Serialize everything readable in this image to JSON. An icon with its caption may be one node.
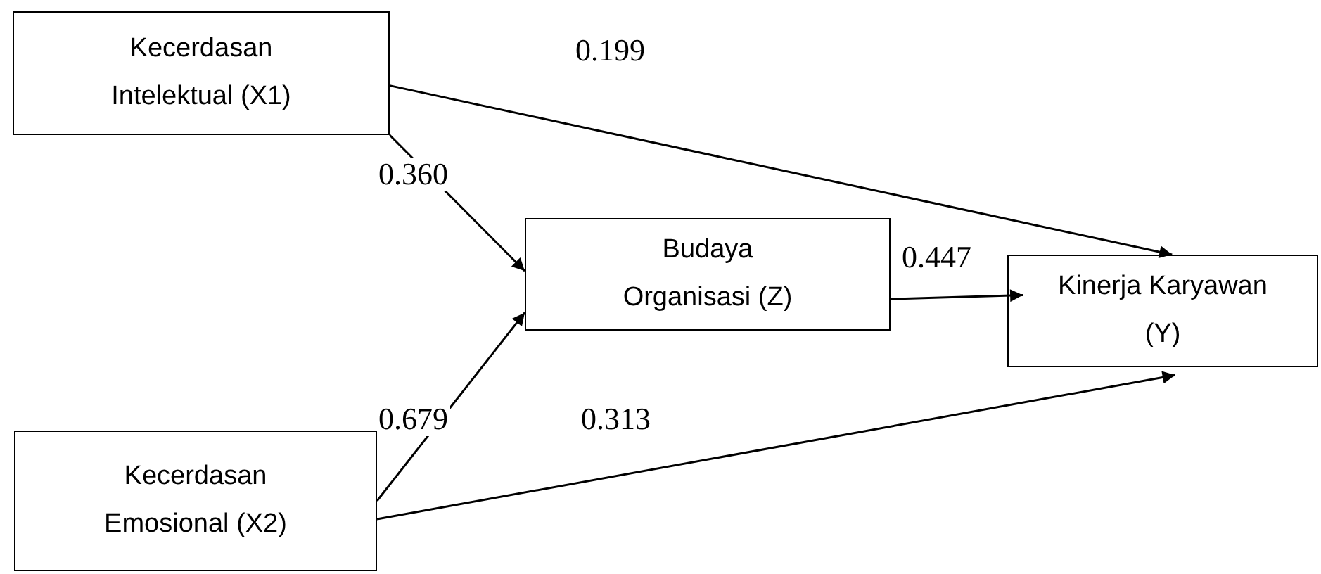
{
  "diagram": {
    "nodes": [
      {
        "text": [
          "Kecerdasan Intelektual (X1)"
        ]
      },
      {
        "text": [
          "Budaya Organisasi (Z)"
        ]
      },
      {
        "text": [
          "Kinerja Karyawan (Y)"
        ]
      },
      {
        "text": [
          "Kecerdasan Emosional (X2)"
        ]
      }
    ],
    "edges": [
      {
        "from": 0,
        "to": 2,
        "arrow": "to",
        "label": "0.199"
      },
      {
        "from": 0,
        "to": 1,
        "arrow": "to",
        "label": "0.360"
      },
      {
        "from": 1,
        "to": 2,
        "arrow": "to",
        "label": "0.447"
      },
      {
        "from": 3,
        "to": 1,
        "arrow": "to",
        "label": "0.679"
      },
      {
        "from": 3,
        "to": 2,
        "arrow": "to",
        "label": "0.313"
      }
    ]
  }
}
